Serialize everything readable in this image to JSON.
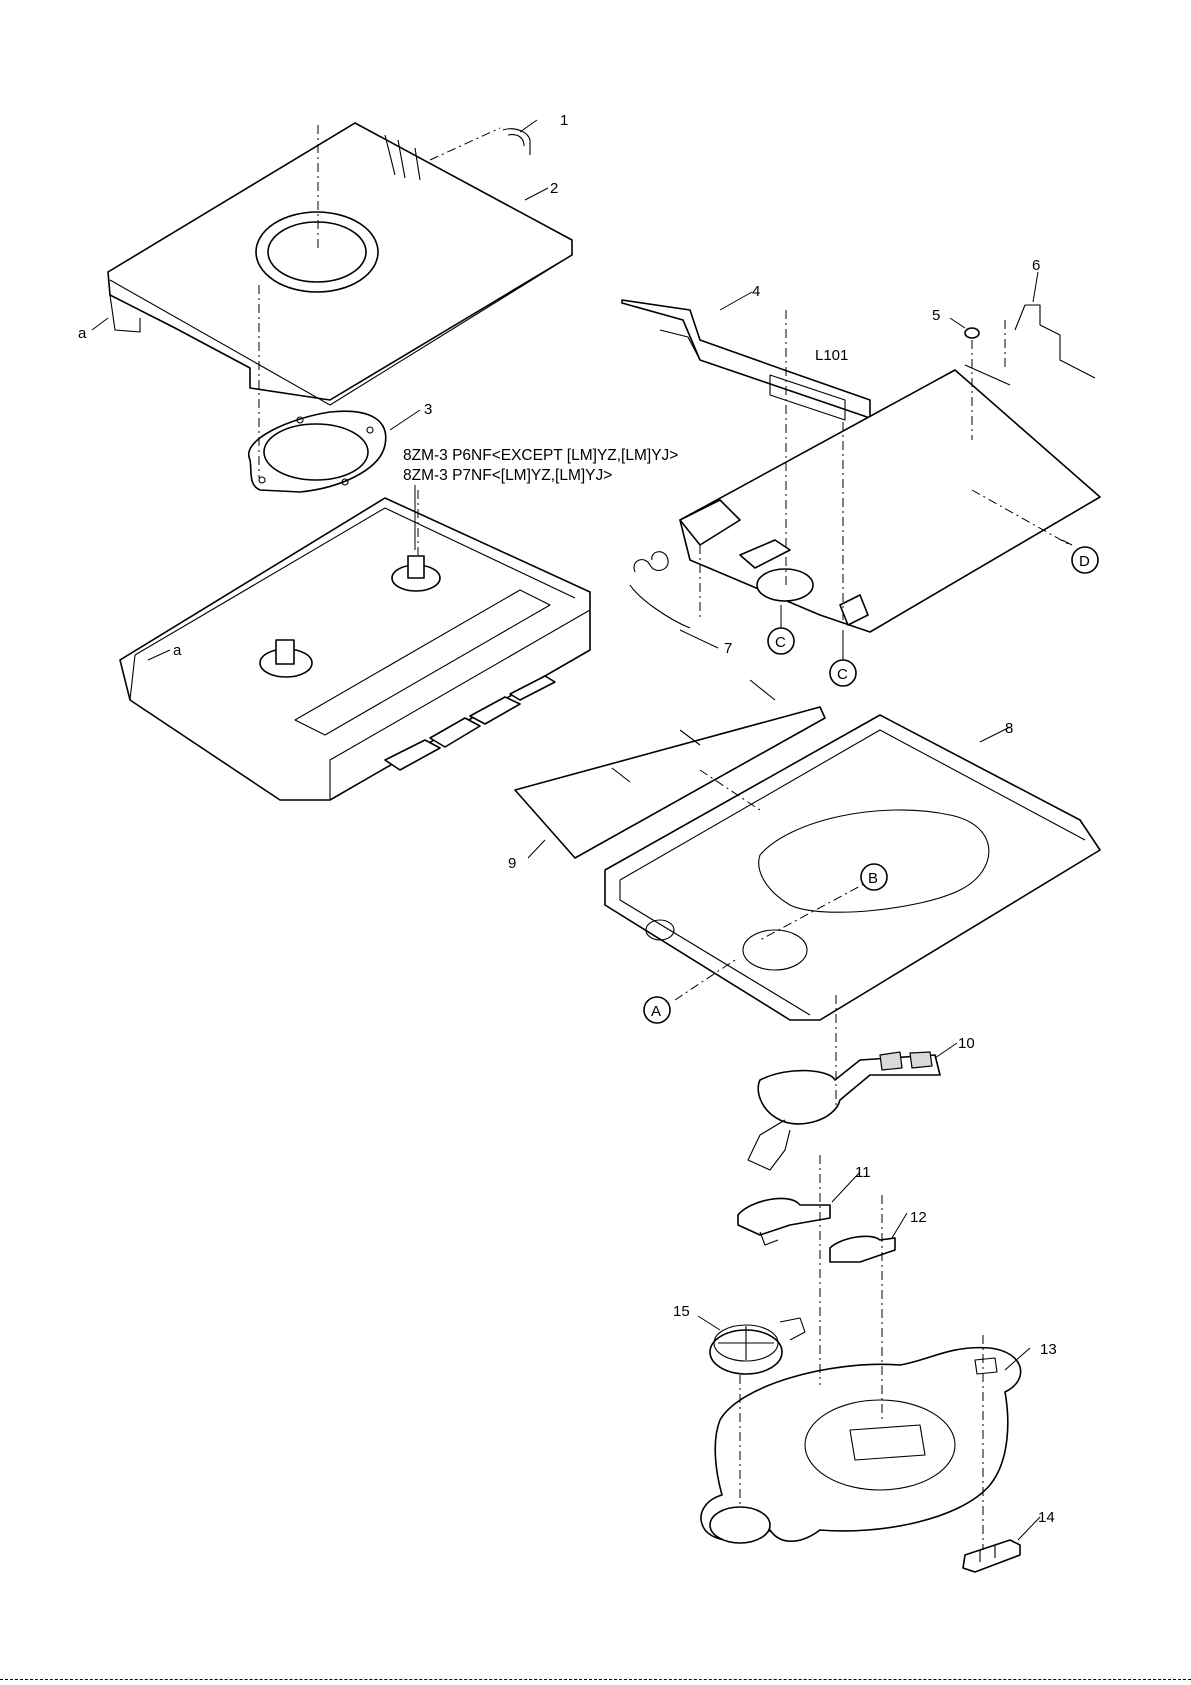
{
  "callouts": [
    "1",
    "2",
    "3",
    "4",
    "5",
    "6",
    "7",
    "8",
    "9",
    "10",
    "11",
    "12",
    "13",
    "14",
    "15"
  ],
  "reference_letters": {
    "a_top": "a",
    "a_mid": "a",
    "A": "A",
    "B": "B",
    "C_left": "C",
    "C_right": "C",
    "D": "D"
  },
  "component_label": "L101",
  "notes": [
    "8ZM-3 P6NF<EXCEPT [LM]YZ,[LM]YJ>",
    "8ZM-3 P7NF<[LM]YZ,[LM]YJ>"
  ]
}
